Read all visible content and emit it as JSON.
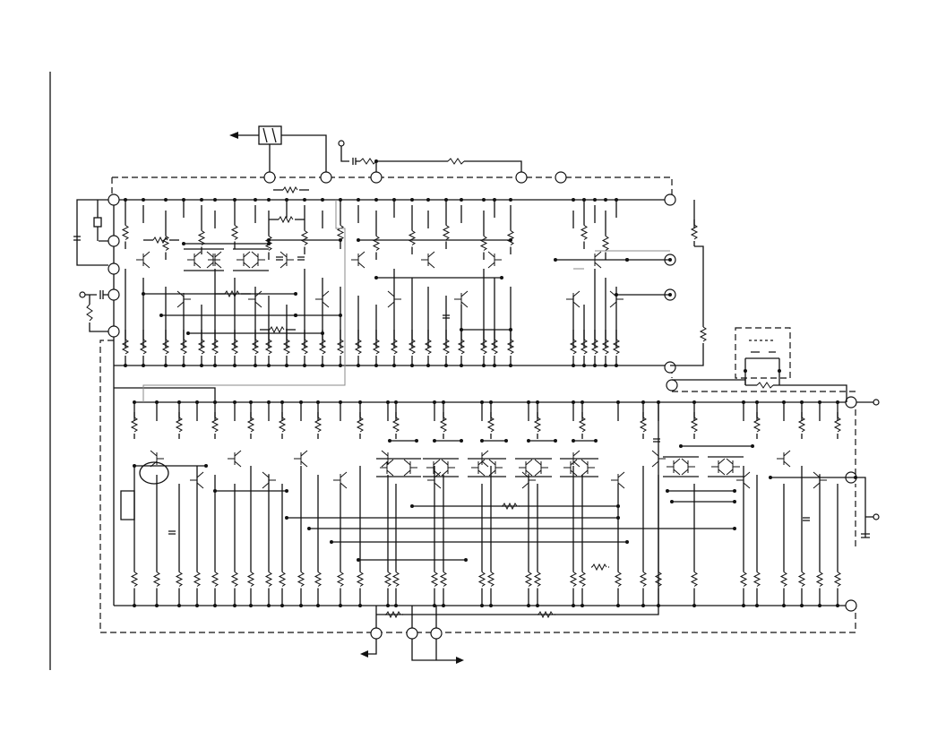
{
  "document": {
    "type": "block-diagram",
    "has_text": false
  },
  "colors": {
    "line": "#111111",
    "secondary_line": "#888888",
    "background": "#ffffff"
  },
  "components": {
    "enclosed_main_blocks": 2,
    "external_filter_block": 1,
    "output_arrows": 3
  }
}
